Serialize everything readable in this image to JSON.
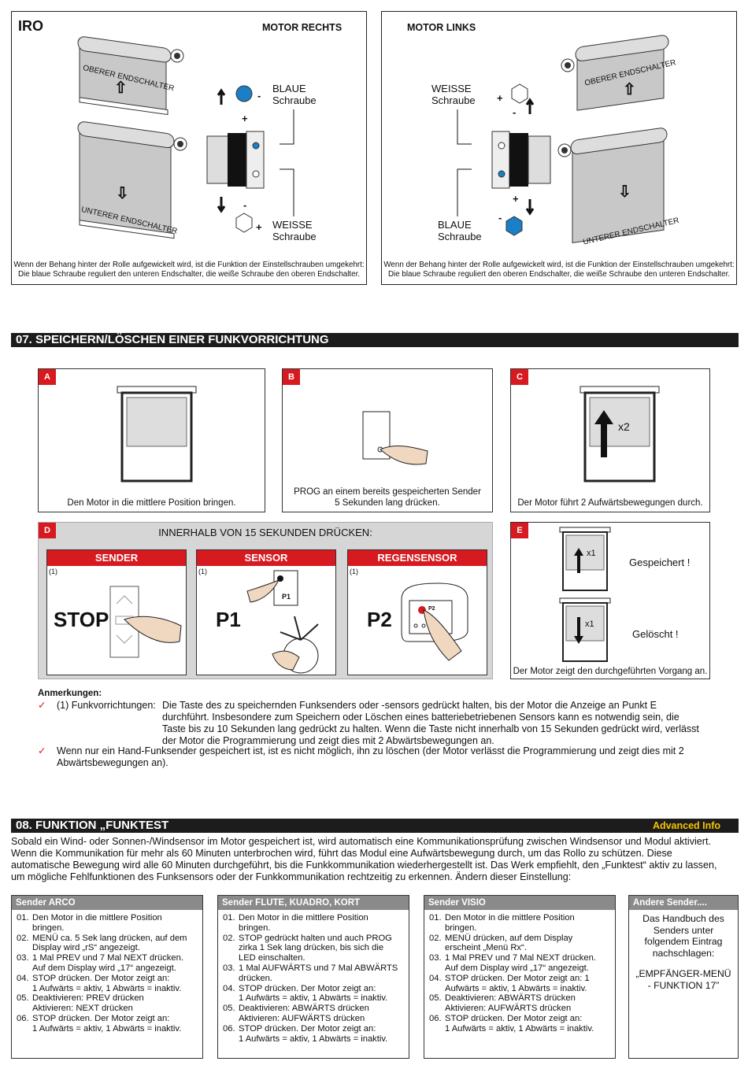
{
  "top": {
    "brand": "IRO",
    "right_title": "MOTOR RECHTS",
    "left_title": "MOTOR LINKS",
    "oberer": "OBERER ENDSCHALTER",
    "unterer": "UNTERER ENDSCHALTER",
    "blaue_1": "BLAUE",
    "schraube": "Schraube",
    "weisse_1": "WEISSE",
    "plus": "+",
    "minus": "-",
    "note_right_1": "Wenn der Behang hinter der Rolle aufgewickelt wird, ist die Funktion der Einstellschrauben umgekehrt:",
    "note_right_2": "Die blaue Schraube reguliert den unteren Endschalter, die weiße Schraube den oberen Endschalter.",
    "note_left_1": "Wenn der Behang hinter der Rolle aufgewickelt wird, ist die Funktion der Einstellschrauben umgekehrt:",
    "note_left_2": "Die blaue Schraube reguliert den oberen Endschalter, die weiße Schraube den unteren Endschalter."
  },
  "s07": {
    "title": "07. SPEICHERN/LÖSCHEN EINER FUNKVORRICHTUNG",
    "a_tag": "A",
    "a_cap": "Den Motor in die mittlere Position bringen.",
    "b_tag": "B",
    "b_cap_1": "PROG an einem bereits gespeicherten Sender",
    "b_cap_2": "5 Sekunden lang drücken.",
    "c_tag": "C",
    "c_cap": "Der Motor führt 2 Aufwärtsbewegungen durch.",
    "c_x2": "x2",
    "d_tag": "D",
    "d_title": "INNERHALB VON 15 SEKUNDEN DRÜCKEN:",
    "sender": "SENDER",
    "sensor": "SENSOR",
    "regensensor": "REGENSENSOR",
    "ref": "(1)",
    "stop": "STOP",
    "p1": "P1",
    "p2": "P2",
    "e_tag": "E",
    "x1": "x1",
    "gespeichert": "Gespeichert !",
    "geloescht": "Gelöscht !",
    "e_cap": "Der Motor zeigt den durchgeführten Vorgang an.",
    "anm": "Anmerkungen:",
    "check": "✓",
    "n1_lead": "(1) Funkvorrichtungen:",
    "n1_a": "Die Taste des zu speichernden Funksenders oder -sensors gedrückt halten, bis der Motor die Anzeige an Punkt E",
    "n1_b": "durchführt. Insbesondere zum Speichern oder Löschen eines batteriebetriebenen Sensors kann es notwendig sein, die",
    "n1_c": "Taste bis zu 10 Sekunden lang gedrückt zu halten. Wenn die Taste nicht innerhalb von 15 Sekunden gedrückt wird, verlässt",
    "n1_d": "der Motor die Programmierung und zeigt dies mit 2 Abwärtsbewegungen an.",
    "n2_a": "Wenn nur ein Hand-Funksender gespeichert ist, ist es nicht möglich, ihn zu löschen (der Motor verlässt die Programmierung und zeigt dies mit 2",
    "n2_b": "Abwärtsbewegungen an)."
  },
  "s08": {
    "title": "08. FUNKTION „FUNKTEST",
    "badge": "Advanced Info",
    "p1": "Sobald ein Wind- oder Sonnen-/Windsensor im Motor gespeichert ist, wird automatisch eine Kommunikationsprüfung zwischen Windsensor und Modul aktiviert.",
    "p2": "Wenn die Kommunikation für mehr als 60 Minuten unterbrochen wird, führt das Modul eine Aufwärtsbewegung durch, um das Rollo zu schützen. Diese",
    "p3": "automatische Bewegung wird alle 60 Minuten durchgeführt, bis die Funkkommunikation wiederhergestellt ist. Das Werk empfiehlt, den „Funktest“ aktiv zu lassen,",
    "p4": "um mögliche Fehlfunktionen des Funksensors oder der Funkkommunikation rechtzeitig zu erkennen. Ändern dieser Einstellung:",
    "arco": {
      "title": "Sender ARCO",
      "items": [
        [
          "01.",
          "Den Motor in die mittlere Position",
          "bringen."
        ],
        [
          "02.",
          "MENÜ ca. 5 Sek lang drücken, auf dem",
          "Display wird „rS“ angezeigt."
        ],
        [
          "03.",
          "1 Mal PREV und 7 Mal NEXT drücken.",
          "Auf dem Display wird „17“ angezeigt."
        ],
        [
          "04.",
          "STOP drücken. Der Motor zeigt an:",
          "1 Aufwärts = aktiv, 1 Abwärts = inaktiv."
        ],
        [
          "05.",
          "Deaktivieren: PREV drücken",
          "Aktivieren: NEXT drücken"
        ],
        [
          "06.",
          "STOP drücken. Der Motor zeigt an:",
          "1 Aufwärts = aktiv, 1 Abwärts = inaktiv."
        ]
      ]
    },
    "flute": {
      "title": "Sender FLUTE, KUADRO, KORT",
      "items": [
        [
          "01.",
          "Den Motor in die mittlere Position",
          "bringen."
        ],
        [
          "02.",
          "STOP gedrückt halten und auch PROG",
          "zirka 1 Sek lang drücken, bis sich die",
          "LED einschalten."
        ],
        [
          "03.",
          "1 Mal AUFWÄRTS und 7 Mal ABWÄRTS",
          "drücken."
        ],
        [
          "04.",
          "STOP drücken. Der Motor zeigt an:",
          "1 Aufwärts = aktiv, 1 Abwärts = inaktiv."
        ],
        [
          "05.",
          "Deaktivieren: ABWÄRTS drücken",
          "Aktivieren: AUFWÄRTS drücken"
        ],
        [
          "06.",
          "STOP drücken. Der Motor zeigt an:",
          "1 Aufwärts = aktiv, 1 Abwärts = inaktiv."
        ]
      ]
    },
    "visio": {
      "title": "Sender VISIO",
      "items": [
        [
          "01.",
          "Den Motor in die mittlere Position",
          "bringen."
        ],
        [
          "02.",
          "MENÜ drücken, auf dem Display",
          "erscheint „Menü Rx“."
        ],
        [
          "03.",
          "1 Mal PREV und 7 Mal NEXT drücken.",
          "Auf dem Display wird „17“ angezeigt."
        ],
        [
          "04.",
          "STOP drücken. Der Motor zeigt an: 1",
          "Aufwärts = aktiv, 1 Abwärts = inaktiv."
        ],
        [
          "05.",
          "Deaktivieren: ABWÄRTS drücken",
          "Aktivieren: AUFWÄRTS drücken"
        ],
        [
          "06.",
          "STOP drücken. Der Motor zeigt an:",
          "1 Aufwärts = aktiv, 1 Abwärts = inaktiv."
        ]
      ]
    },
    "andere": {
      "title": "Andere Sender....",
      "l1": "Das Handbuch des",
      "l2": "Senders unter",
      "l3": "folgendem Eintrag",
      "l4": "nachschlagen:",
      "l5": "„EMPFÄNGER-MENÜ",
      "l6": "- FUNKTION 17”"
    }
  },
  "colors": {
    "red": "#d71920",
    "blue": "#1a7fc6",
    "dark": "#1c1c1c",
    "gray": "#8a8a8a",
    "yellow": "#f5c400"
  }
}
